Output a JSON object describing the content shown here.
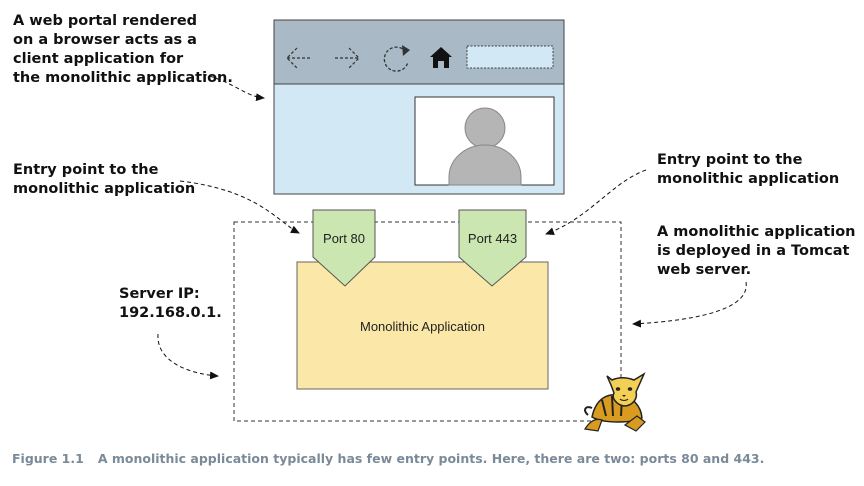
{
  "annotations": {
    "portal": "A web portal rendered\non a browser acts as a\nclient application for\nthe monolithic application.",
    "entry_left": "Entry point to the\nmonolithic application",
    "entry_right": "Entry point to the\nmonolithic application",
    "tomcat": "A monolithic application\nis deployed in a Tomcat\nweb server.",
    "server_ip": "Server IP:\n192.168.0.1."
  },
  "ports": {
    "left": "Port 80",
    "right": "Port 443"
  },
  "app_label": "Monolithic Application",
  "caption": {
    "number": "Figure 1.1",
    "text": "A monolithic application typically has few entry points. Here, there are two: ports 80 and 443."
  },
  "colors": {
    "browser_toolbar": "#a9b9c6",
    "browser_body": "#d2e8f4",
    "port_fill": "#cbe6b0",
    "app_fill": "#fbe8a8",
    "avatar": "#b5b5b5",
    "caption": "#7a8a99"
  },
  "icons": [
    "back-arrow-icon",
    "forward-arrow-icon",
    "refresh-icon",
    "home-icon",
    "user-avatar-icon",
    "tomcat-logo"
  ]
}
